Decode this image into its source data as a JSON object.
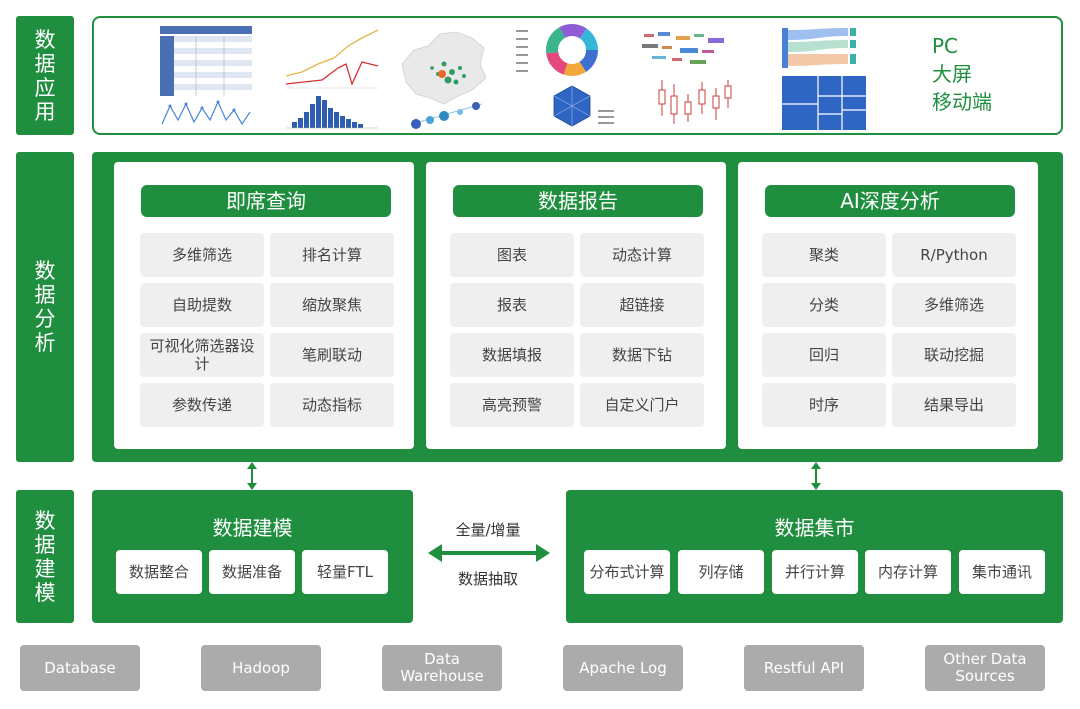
{
  "layers": {
    "application": "数据应用",
    "analysis": "数据分析",
    "modeling": "数据建模"
  },
  "app_targets": [
    "PC",
    "大屏",
    "移动端"
  ],
  "analysis_cards": [
    {
      "title": "即席查询",
      "items": [
        "多维筛选",
        "排名计算",
        "自助提数",
        "缩放聚焦",
        "可视化筛选器设计",
        "笔刷联动",
        "参数传递",
        "动态指标"
      ]
    },
    {
      "title": "数据报告",
      "items": [
        "图表",
        "动态计算",
        "报表",
        "超链接",
        "数据填报",
        "数据下钻",
        "高亮预警",
        "自定义门户"
      ]
    },
    {
      "title": "AI深度分析",
      "items": [
        "聚类",
        "R/Python",
        "分类",
        "多维筛选",
        "回归",
        "联动挖掘",
        "时序",
        "结果导出"
      ]
    }
  ],
  "modeling": {
    "left": {
      "title": "数据建模",
      "items": [
        "数据整合",
        "数据准备",
        "轻量FTL"
      ]
    },
    "right": {
      "title": "数据集市",
      "items": [
        "分布式计算",
        "列存储",
        "并行计算",
        "内存计算",
        "集市通讯"
      ]
    },
    "arrow_top": "全量/增量",
    "arrow_bottom": "数据抽取"
  },
  "sources": [
    "Database",
    "Hadoop",
    "Data Warehouse",
    "Apache Log",
    "Restful API",
    "Other Data Sources"
  ],
  "colors": {
    "primary_green": "#1f8f3f",
    "chip_gray": "#efefef",
    "source_gray": "#ababab"
  }
}
